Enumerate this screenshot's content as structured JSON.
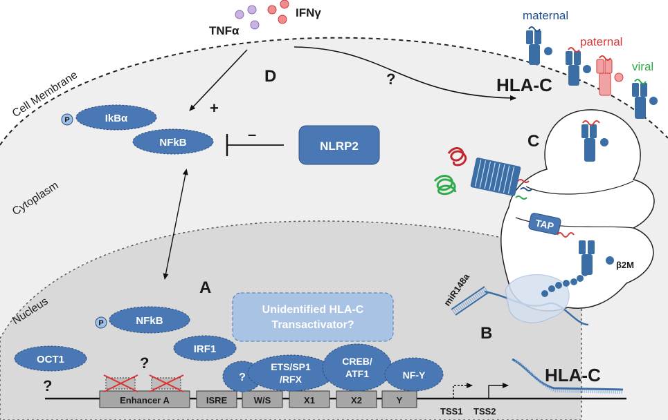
{
  "cytokines": {
    "tnf": "TNFα",
    "ifn": "IFNγ"
  },
  "compartments": {
    "membrane": "Cell Membrane",
    "cytoplasm": "Cytoplasm",
    "nucleus": "Nucleus"
  },
  "panels": {
    "a": "A",
    "b": "B",
    "c": "C",
    "d": "D"
  },
  "symbols": {
    "question": "?",
    "plus": "+",
    "minus": "–",
    "phospho": "P"
  },
  "surface": {
    "hla_label": "HLA-C",
    "maternal": "maternal",
    "paternal": "paternal",
    "viral": "viral"
  },
  "proteins": {
    "ikba": "IkBα",
    "nfkb_cyto": "NFkB",
    "nlrp2": "NLRP2",
    "nfkb_nuc": "NFkB",
    "irf1": "IRF1",
    "oct1": "OCT1",
    "unidentified_line1": "Unidentified HLA-C",
    "unidentified_line2": "Transactivator?",
    "ets_line1": "ETS/SP1",
    "ets_line2": "/RFX",
    "creb_line1": "CREB/",
    "creb_line2": "ATF1",
    "nfy": "NF-Y",
    "unknown": "?"
  },
  "er": {
    "tap": "TAP",
    "b2m": "β2M",
    "mirna": "miR148a"
  },
  "gene": {
    "boxes": [
      "Enhancer A",
      "ISRE",
      "W/S",
      "X1",
      "X2",
      "Y"
    ],
    "tss1": "TSS1",
    "tss2": "TSS2",
    "name": "HLA-C"
  },
  "colors": {
    "protein": "#4a78b4",
    "protein_light": "#9fb9dc",
    "hla": "#3a6ea5",
    "maternal": "#1f4e8c",
    "paternal": "#d43a3a",
    "viral": "#2eab4a",
    "cyto_bg": "#eeeeee",
    "nucleus_bg": "#d9d9d9",
    "dna_box": "#a6a6a6"
  }
}
